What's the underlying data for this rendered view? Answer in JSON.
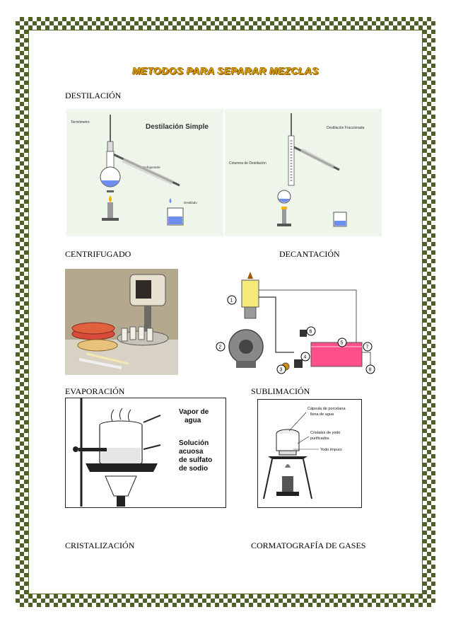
{
  "title": "METODOS PARA SEPARAR MEZCLAS",
  "sections": {
    "destilacion": "DESTILACIÓN",
    "centrifugado": "CENTRIFUGADO",
    "decantacion": "DECANTACIÓN",
    "evaporacion": "EVAPORACIÓN",
    "sublimacion": "SUBLIMACIÓN",
    "cristalizacion": "CRISTALIZACIÓN",
    "cromatografia": "CORMATOGRAFÍA DE GASES"
  },
  "destilacion_simple": {
    "heading": "Destilación Simple",
    "termometro": "Termómetro",
    "refrigerante": "Refrigerante",
    "destilado": "Destilado"
  },
  "destilacion_fraccionada": {
    "heading": "Destilación Fraccionada",
    "columna": "Columna de Destilación"
  },
  "decantacion_labels": [
    "1",
    "2",
    "3",
    "4",
    "5",
    "6",
    "7",
    "8"
  ],
  "evaporacion_labels": {
    "vapor_line1": "Vapor de",
    "vapor_line2": "agua",
    "sol_line1": "Solución",
    "sol_line2": "acuosa",
    "sol_line3": "de sulfato",
    "sol_line4": "de sodio"
  },
  "sublimacion_labels": {
    "capsula_line1": "Cápsula de porcelana",
    "capsula_line2": "llena de agua",
    "cristales_line1": "Cristales de yodo",
    "cristales_line2": "purificados",
    "yodo": "Yodo impuro"
  },
  "colors": {
    "border": "#4f6228",
    "title": "#d4a400",
    "liquid": "#6f8ff0",
    "image_bg": "#eef5ea",
    "decant_tank": "#ff4f8a"
  }
}
